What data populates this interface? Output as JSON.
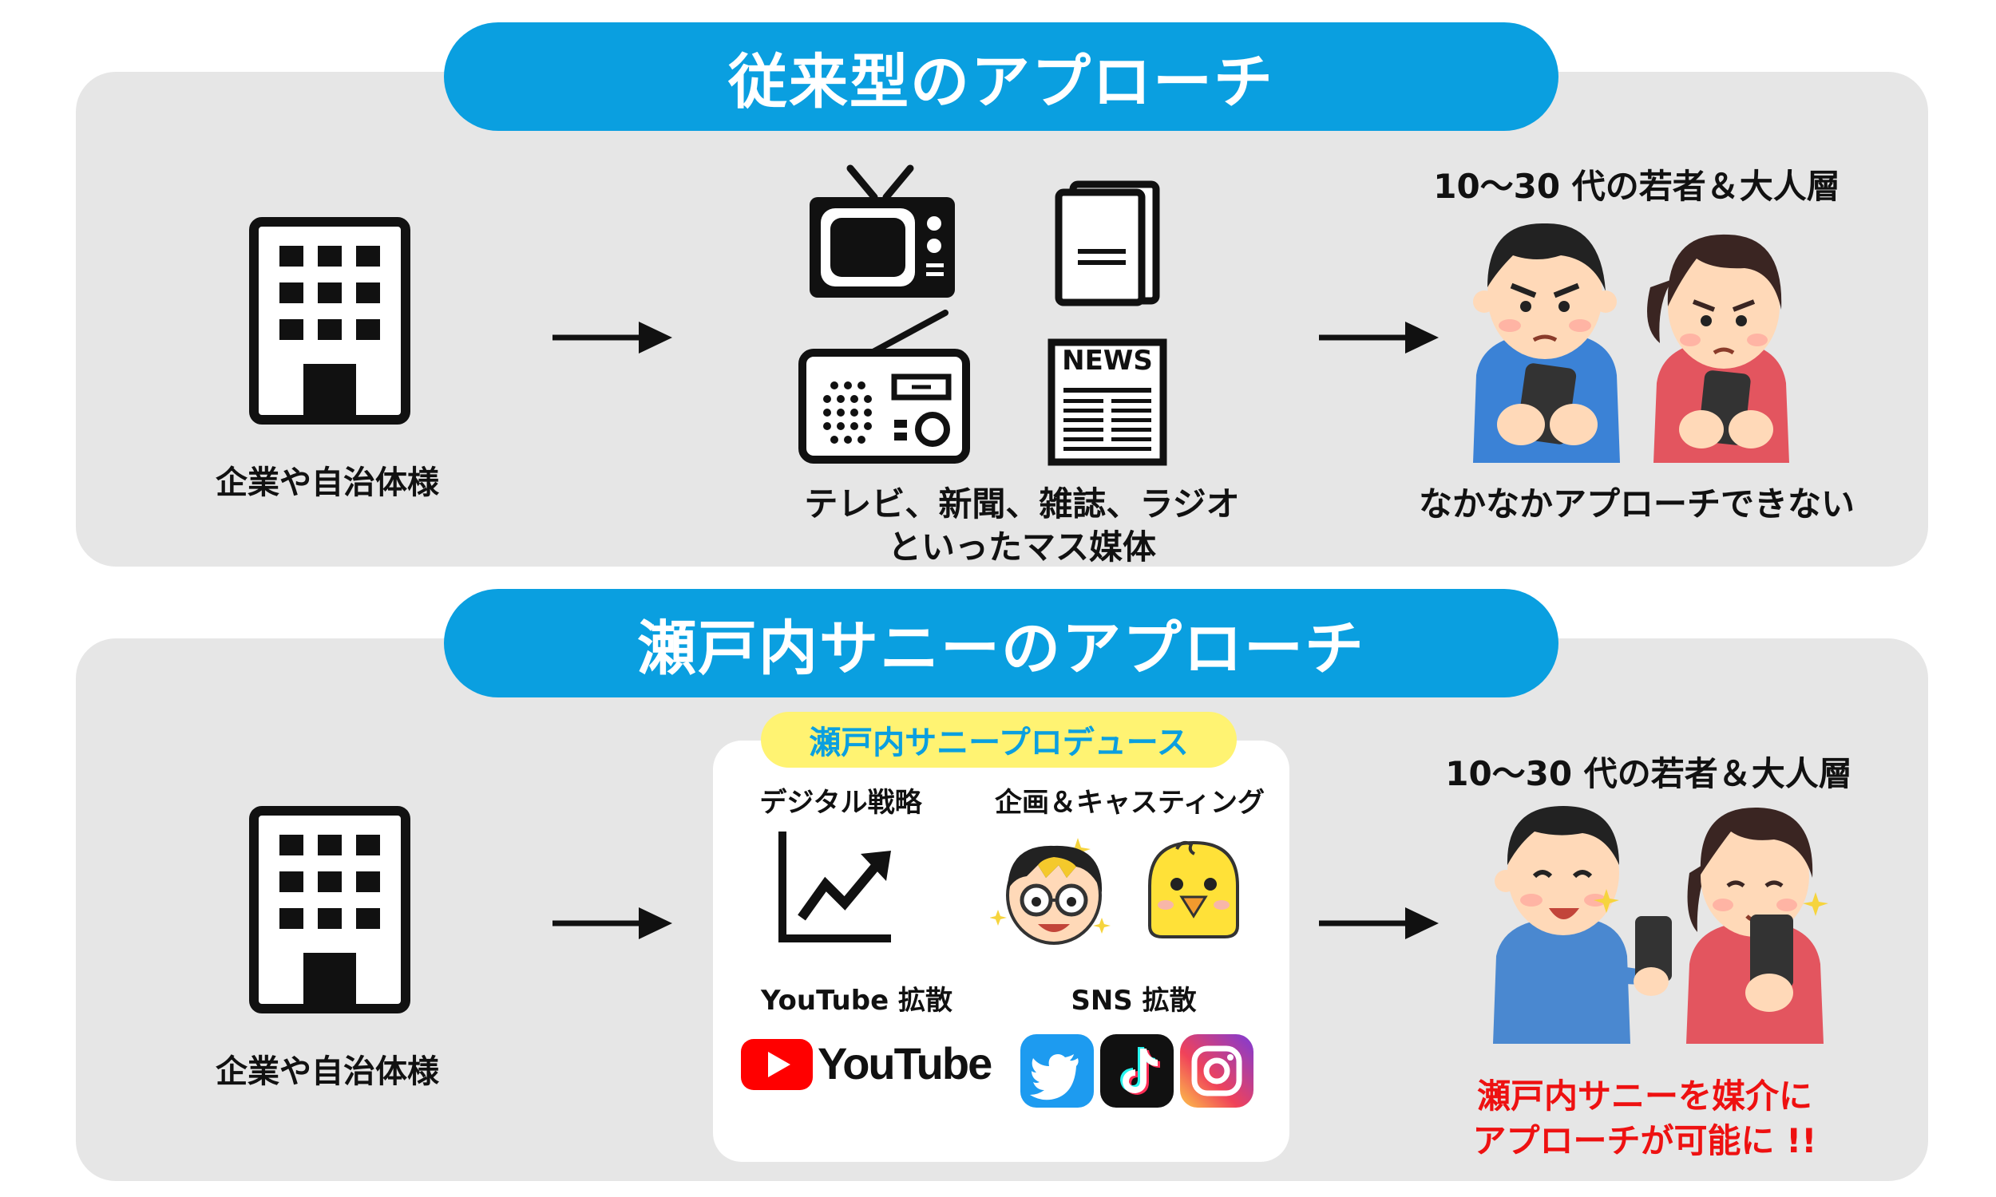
{
  "top": {
    "title": "従来型のアプローチ",
    "source_label": "企業や自治体様",
    "media_label_line1": "テレビ、新聞、雑誌、ラジオ",
    "media_label_line2": "といったマス媒体",
    "news_text": "NEWS",
    "audience_title": "10〜30 代の若者＆大人層",
    "result_label": "なかなかアプローチできない"
  },
  "bottom": {
    "title": "瀬戸内サニーのアプローチ",
    "source_label": "企業や自治体様",
    "produce_label": "瀬戸内サニープロデュース",
    "digital_label": "デジタル戦略",
    "casting_label": "企画＆キャスティング",
    "youtube_label": "YouTube 拡散",
    "sns_label": "SNS 拡散",
    "youtube_wordmark": "YouTube",
    "audience_title": "10〜30 代の若者＆大人層",
    "result_line1": "瀬戸内サニーを媒介に",
    "result_line2": "アプローチが可能に !!"
  },
  "colors": {
    "accent_blue": "#0a9fe0",
    "panel_gray": "#e6e6e6",
    "highlight_yellow": "#fff372",
    "result_red": "#ee1111"
  }
}
